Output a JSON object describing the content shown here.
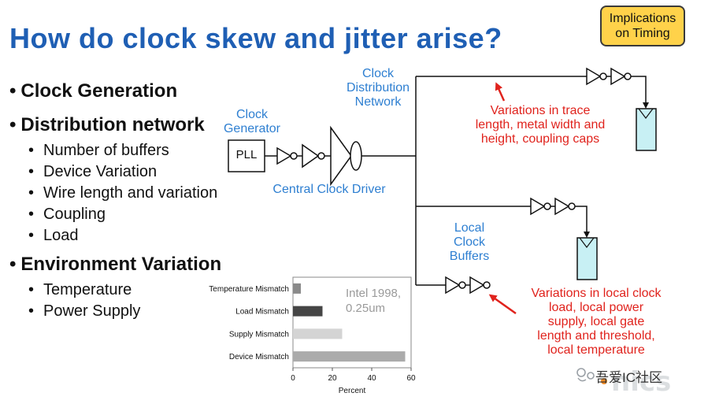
{
  "slide": {
    "title": "How do clock skew and jitter arise?",
    "badge": "Implications\non Timing"
  },
  "bullets": [
    {
      "label": "Clock Generation",
      "children": []
    },
    {
      "label": "Distribution network",
      "children": [
        "Number of buffers",
        "Device Variation",
        "Wire length and variation",
        "Coupling",
        "Load"
      ]
    },
    {
      "label": "Environment Variation",
      "children": [
        "Temperature",
        "Power Supply"
      ]
    }
  ],
  "diagram": {
    "clock_generator_label": "Clock\nGenerator",
    "pll_label": "PLL",
    "distribution_label": "Clock\nDistribution\nNetwork",
    "central_driver_label": "Central Clock Driver",
    "local_buffers_label": "Local\nClock\nBuffers",
    "trace_variation_note": "Variations in trace\nlength, metal width and\nheight, coupling caps",
    "local_variation_note": "Variations in local clock\nload, local power\nsupply, local gate\nlength and threshold,\nlocal temperature",
    "colors": {
      "blue_text": "#2e7fd1",
      "red_text": "#e0231d",
      "latch_fill": "#c8f0f4"
    }
  },
  "chart_data": {
    "type": "bar",
    "orientation": "horizontal",
    "annotation": "Intel 1998,\n0.25um",
    "categories": [
      "Temperature Mismatch",
      "Load Mismatch",
      "Supply Mismatch",
      "Device Mismatch"
    ],
    "values": [
      4,
      15,
      25,
      57
    ],
    "colors": [
      "#8a8a8a",
      "#454545",
      "#d4d4d4",
      "#ababab"
    ],
    "xlabel": "Percent",
    "xlim": [
      0,
      60
    ],
    "xticks": [
      "0",
      "20",
      "40",
      "60"
    ]
  },
  "watermark": {
    "text": "吾爱IC社区"
  }
}
